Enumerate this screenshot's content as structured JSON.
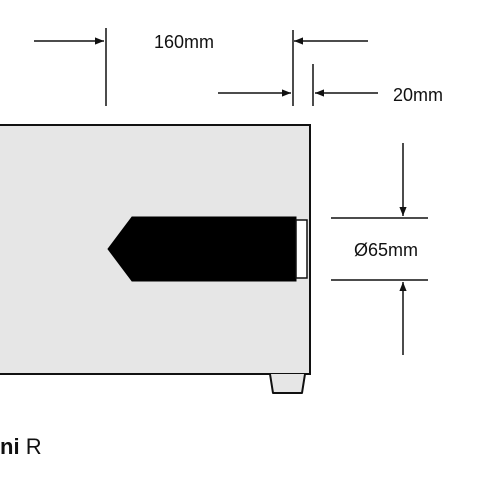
{
  "dimensions": {
    "length_label": "160mm",
    "tip_label": "20mm",
    "diameter_label": "Ø65mm"
  },
  "caption": {
    "bold_part": "ni",
    "regular_part": "R"
  },
  "colors": {
    "body_fill": "#e6e6e6",
    "outline": "#111111",
    "insert_fill": "#000000",
    "window_fill": "#ffffff",
    "background": "#ffffff"
  }
}
